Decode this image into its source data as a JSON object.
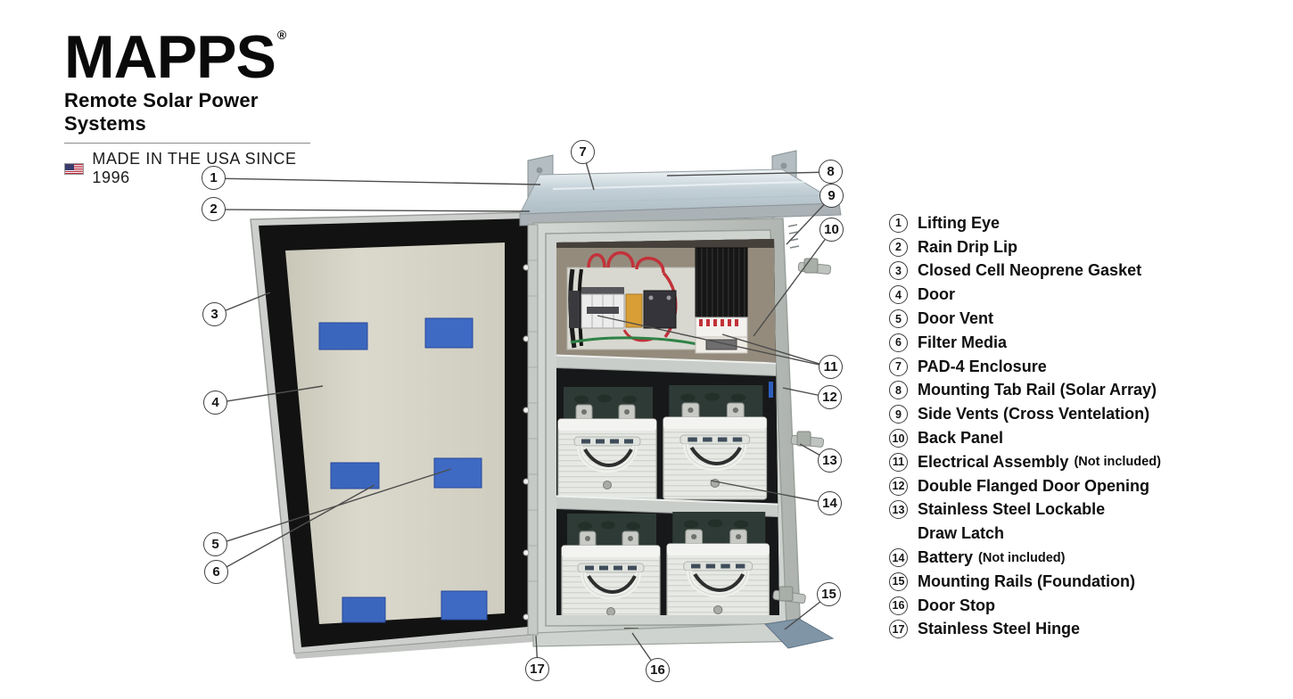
{
  "logo": {
    "brand": "MAPPS",
    "registered": "®",
    "tagline": "Remote Solar Power Systems",
    "made_in": "MADE IN THE USA SINCE 1996"
  },
  "legend": {
    "items": [
      {
        "number": "1",
        "label": "Lifting Eye"
      },
      {
        "number": "2",
        "label": "Rain Drip Lip"
      },
      {
        "number": "3",
        "label": "Closed Cell Neoprene Gasket"
      },
      {
        "number": "4",
        "label": "Door"
      },
      {
        "number": "5",
        "label": "Door Vent"
      },
      {
        "number": "6",
        "label": "Filter Media"
      },
      {
        "number": "7",
        "label": "PAD-4 Enclosure"
      },
      {
        "number": "8",
        "label": "Mounting Tab Rail (Solar Array)"
      },
      {
        "number": "9",
        "label": "Side Vents (Cross Ventelation)"
      },
      {
        "number": "10",
        "label": "Back Panel"
      },
      {
        "number": "11",
        "label": "Electrical Assembly",
        "note": "(Not included)"
      },
      {
        "number": "12",
        "label": "Double Flanged Door Opening"
      },
      {
        "number": "13",
        "label": "Stainless Steel Lockable",
        "label2": "Draw Latch"
      },
      {
        "number": "14",
        "label": "Battery",
        "note": "(Not included)"
      },
      {
        "number": "15",
        "label": "Mounting Rails (Foundation)"
      },
      {
        "number": "16",
        "label": "Door Stop"
      },
      {
        "number": "17",
        "label": "Stainless Steel Hinge"
      }
    ]
  },
  "colors": {
    "filter_media_blue": "#3b66bd",
    "gasket_black": "#121212",
    "stainless_steel": "#c6cac6",
    "lid_steel": "#c6d3da",
    "flag_red": "#b22234",
    "flag_blue": "#3c3b6e",
    "legend_text": "#0f0f0f"
  }
}
